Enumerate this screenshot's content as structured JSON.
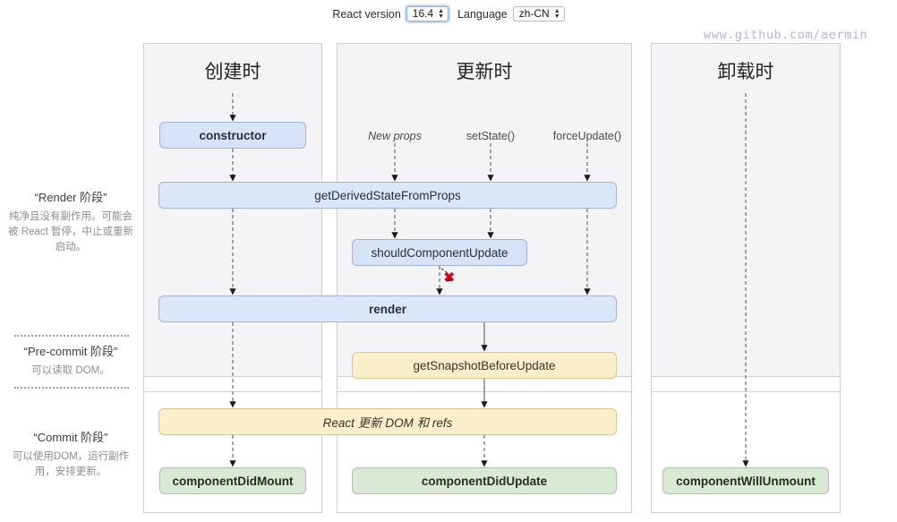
{
  "toolbar": {
    "react_version_label": "React version",
    "react_version_value": "16.4",
    "language_label": "Language",
    "language_value": "zh-CN"
  },
  "watermark": "www.github.com/aermin",
  "phases": [
    {
      "id": "render",
      "title": "“Render 阶段”",
      "description": "纯净且没有副作用。可能会被 React 暂停，中止或重新启动。"
    },
    {
      "id": "pre-commit",
      "title": "“Pre-commit 阶段”",
      "description": "可以读取 DOM。"
    },
    {
      "id": "commit",
      "title": "“Commit 阶段”",
      "description": "可以使用DOM，运行副作用，安排更新。"
    }
  ],
  "columns": {
    "mounting": {
      "title": "创建时"
    },
    "updating": {
      "title": "更新时"
    },
    "unmounting": {
      "title": "卸载时"
    }
  },
  "triggers": {
    "new_props": "New props",
    "set_state": "setState()",
    "force_update": "forceUpdate()"
  },
  "nodes": {
    "constructor": "constructor",
    "get_derived_state_from_props": "getDerivedStateFromProps",
    "should_component_update": "shouldComponentUpdate",
    "render": "render",
    "get_snapshot_before_update": "getSnapshotBeforeUpdate",
    "react_update_dom": "React 更新 DOM 和 refs",
    "component_did_mount": "componentDidMount",
    "component_did_update": "componentDidUpdate",
    "component_will_unmount": "componentWillUnmount"
  },
  "annotations": {
    "skip_render_marker": "✖"
  },
  "colors": {
    "node_blue_fill": "#d7e4f7",
    "node_blue_border": "#9fb3d4",
    "node_tan_fill": "#faeecb",
    "node_tan_border": "#d8c58e",
    "node_green_fill": "#d9e9d6",
    "node_green_border": "#a8c6a3",
    "phase_shade": "#f4f4f6",
    "marker_red": "#d0021b",
    "watermark": "#b9b2d8"
  }
}
